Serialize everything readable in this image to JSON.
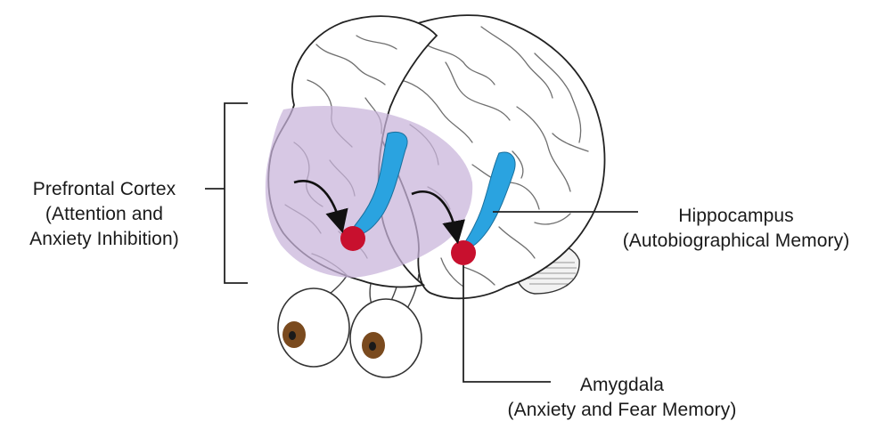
{
  "labels": {
    "prefrontal": {
      "name": "Prefrontal Cortex",
      "line2": "(Attention and",
      "line3": "Anxiety Inhibition)"
    },
    "hippocampus": {
      "name": "Hippocampus",
      "function": "(Autobiographical Memory)"
    },
    "amygdala": {
      "name": "Amygdala",
      "function": "(Anxiety and Fear Memory)"
    }
  },
  "colors": {
    "prefrontal_region": "#c8b3d9",
    "hippocampus": "#2aa3e0",
    "amygdala": "#c8102e",
    "outline": "#222222",
    "eye_iris": "#7a4a1e"
  }
}
